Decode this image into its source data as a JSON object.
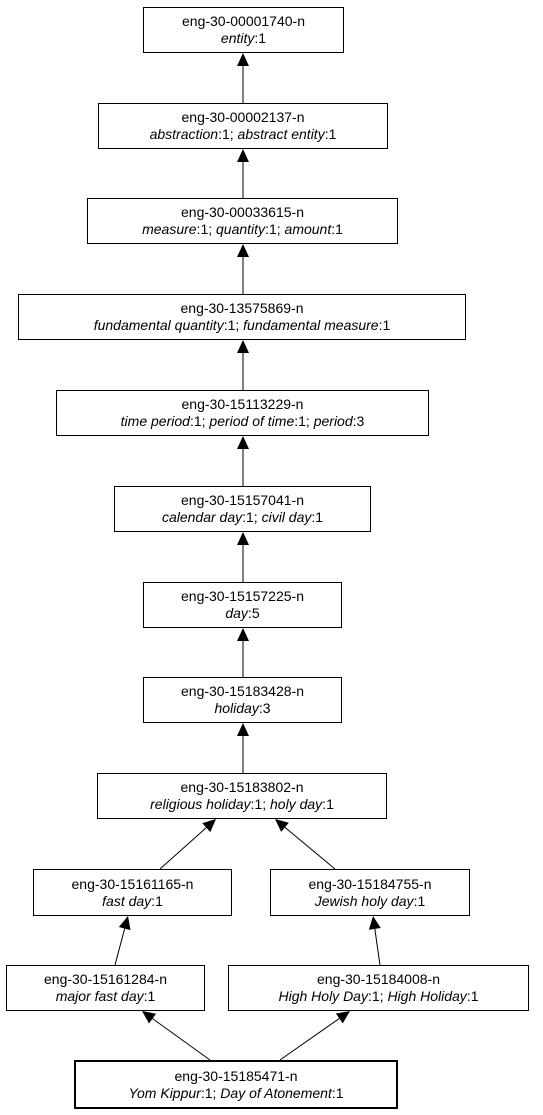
{
  "nodes": [
    {
      "id": "eng-30-00001740-n",
      "lemmas": [
        {
          "word": "entity",
          "sense": "1"
        }
      ]
    },
    {
      "id": "eng-30-00002137-n",
      "lemmas": [
        {
          "word": "abstraction",
          "sense": "1"
        },
        {
          "word": "abstract entity",
          "sense": "1"
        }
      ]
    },
    {
      "id": "eng-30-00033615-n",
      "lemmas": [
        {
          "word": "measure",
          "sense": "1"
        },
        {
          "word": "quantity",
          "sense": "1"
        },
        {
          "word": "amount",
          "sense": "1"
        }
      ]
    },
    {
      "id": "eng-30-13575869-n",
      "lemmas": [
        {
          "word": "fundamental quantity",
          "sense": "1"
        },
        {
          "word": "fundamental measure",
          "sense": "1"
        }
      ]
    },
    {
      "id": "eng-30-15113229-n",
      "lemmas": [
        {
          "word": "time period",
          "sense": "1"
        },
        {
          "word": "period of time",
          "sense": "1"
        },
        {
          "word": "period",
          "sense": "3"
        }
      ]
    },
    {
      "id": "eng-30-15157041-n",
      "lemmas": [
        {
          "word": "calendar day",
          "sense": "1"
        },
        {
          "word": "civil day",
          "sense": "1"
        }
      ]
    },
    {
      "id": "eng-30-15157225-n",
      "lemmas": [
        {
          "word": "day",
          "sense": "5"
        }
      ]
    },
    {
      "id": "eng-30-15183428-n",
      "lemmas": [
        {
          "word": "holiday",
          "sense": "3"
        }
      ]
    },
    {
      "id": "eng-30-15183802-n",
      "lemmas": [
        {
          "word": "religious holiday",
          "sense": "1"
        },
        {
          "word": "holy day",
          "sense": "1"
        }
      ]
    },
    {
      "id": "eng-30-15161165-n",
      "lemmas": [
        {
          "word": "fast day",
          "sense": "1"
        }
      ]
    },
    {
      "id": "eng-30-15184755-n",
      "lemmas": [
        {
          "word": "Jewish holy day",
          "sense": "1"
        }
      ]
    },
    {
      "id": "eng-30-15161284-n",
      "lemmas": [
        {
          "word": "major fast day",
          "sense": "1"
        }
      ]
    },
    {
      "id": "eng-30-15184008-n",
      "lemmas": [
        {
          "word": "High Holy Day",
          "sense": "1"
        },
        {
          "word": "High Holiday",
          "sense": "1"
        }
      ]
    },
    {
      "id": "eng-30-15185471-n",
      "lemmas": [
        {
          "word": "Yom Kippur",
          "sense": "1"
        },
        {
          "word": "Day of Atonement",
          "sense": "1"
        }
      ]
    }
  ],
  "edges": [
    {
      "from": "eng-30-00002137-n",
      "to": "eng-30-00001740-n"
    },
    {
      "from": "eng-30-00033615-n",
      "to": "eng-30-00002137-n"
    },
    {
      "from": "eng-30-13575869-n",
      "to": "eng-30-00033615-n"
    },
    {
      "from": "eng-30-15113229-n",
      "to": "eng-30-13575869-n"
    },
    {
      "from": "eng-30-15157041-n",
      "to": "eng-30-15113229-n"
    },
    {
      "from": "eng-30-15157225-n",
      "to": "eng-30-15157041-n"
    },
    {
      "from": "eng-30-15183428-n",
      "to": "eng-30-15157225-n"
    },
    {
      "from": "eng-30-15183802-n",
      "to": "eng-30-15183428-n"
    },
    {
      "from": "eng-30-15161165-n",
      "to": "eng-30-15183802-n"
    },
    {
      "from": "eng-30-15184755-n",
      "to": "eng-30-15183802-n"
    },
    {
      "from": "eng-30-15161284-n",
      "to": "eng-30-15161165-n"
    },
    {
      "from": "eng-30-15184008-n",
      "to": "eng-30-15184755-n"
    },
    {
      "from": "eng-30-15185471-n",
      "to": "eng-30-15161284-n"
    },
    {
      "from": "eng-30-15185471-n",
      "to": "eng-30-15184008-n"
    }
  ]
}
